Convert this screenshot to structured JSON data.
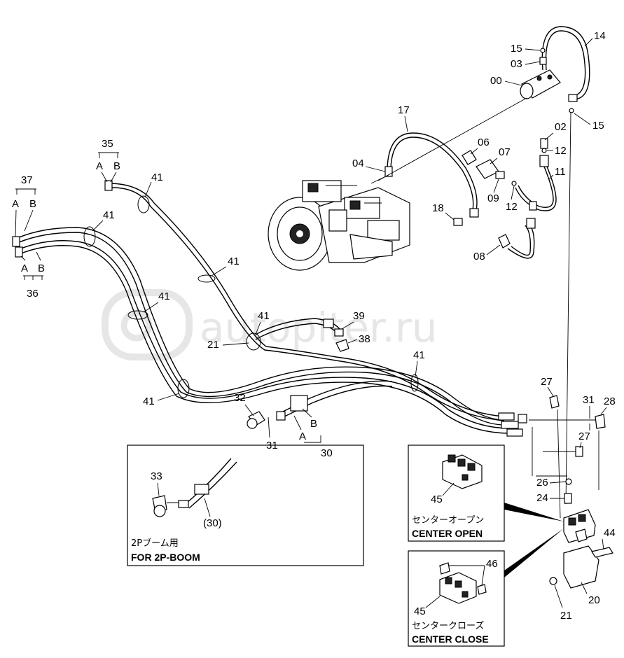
{
  "watermark": "autopiter.ru",
  "part_labels": {
    "p00": "00",
    "p02": "02",
    "p03": "03",
    "p04": "04",
    "p06": "06",
    "p07": "07",
    "p08": "08",
    "p09": "09",
    "p11": "11",
    "p12a": "12",
    "p12b": "12",
    "p14": "14",
    "p15a": "15",
    "p15b": "15",
    "p17": "17",
    "p18": "18",
    "p20": "20",
    "p21a": "21",
    "p21b": "21",
    "p24": "24",
    "p26": "26",
    "p27a": "27",
    "p27b": "27",
    "p28": "28",
    "p30": "30",
    "p31a": "31",
    "p31b": "31",
    "p32": "32",
    "p35": "35",
    "p36": "36",
    "p37": "37",
    "p38": "38",
    "p39": "39",
    "p41a": "41",
    "p41b": "41",
    "p41c": "41",
    "p41d": "41",
    "p41e": "41",
    "p41f": "41",
    "p41g": "41",
    "p44": "44",
    "p45a": "45",
    "p45b": "45",
    "p46": "46"
  },
  "port_labels": {
    "a35": "A",
    "b35": "B",
    "a37": "A",
    "b37": "B",
    "a36": "A",
    "b36": "B",
    "a30": "A",
    "b30": "B"
  },
  "inset_2p_boom": {
    "part": "33",
    "ref": "(30)",
    "caption_jp": "2Pブーム用",
    "caption_en": "FOR 2P-BOOM"
  },
  "inset_center_open": {
    "caption_jp": "センターオープン",
    "caption_en": "CENTER OPEN"
  },
  "inset_center_close": {
    "caption_jp": "センタークローズ",
    "caption_en": "CENTER CLOSE"
  }
}
